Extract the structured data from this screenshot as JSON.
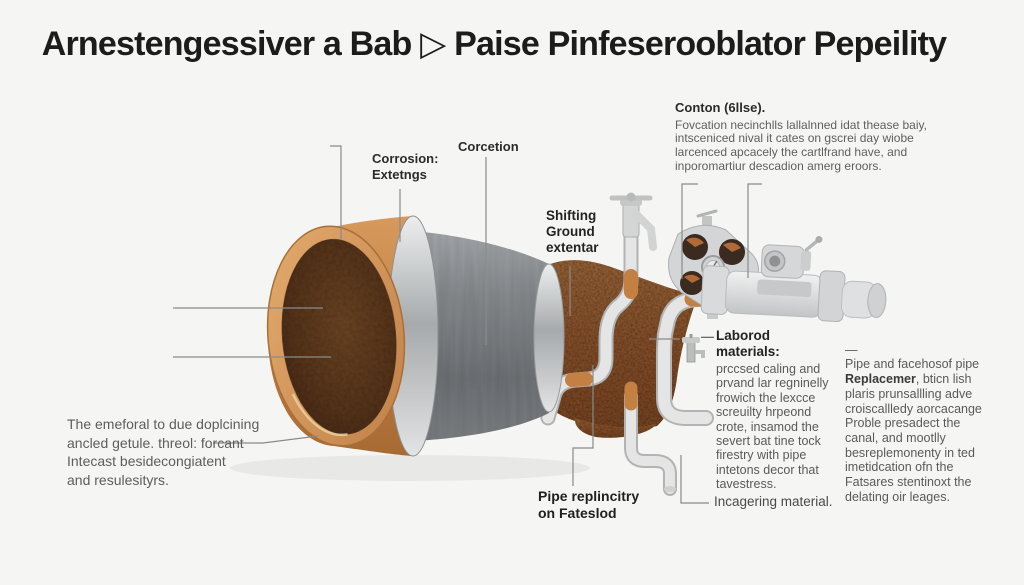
{
  "title": "Arnestengessiver a Bab ▷ Paise Pinfeserooblator Pepeility",
  "labels": {
    "corrosion": "Corrosion:\nExtetngs",
    "corcetion": "Corcetion",
    "shifting_ground": "Shifting\nGround\nextentar",
    "pipe_replincitry": "Pipe replincitry\non Fateslod",
    "incagering": "Incagering material."
  },
  "annotations": {
    "conton": {
      "heading": "Conton (6llse).",
      "body": "Fovcation necinchlls lallalnned idat thease baiy,\nintsceniced nival it cates on gscrei day wiobe\nlarcenced apcacely the cartlfrand have, and\ninporomartiur descadion amerg eroors."
    },
    "laborod": {
      "dash": "—",
      "heading": "Laborod\nmaterials:",
      "body": "prccsed caling and\nprvand lar regninelly\nfrowich the lexcce\nscreuilty hrpeond\ncrote, insamod the\nsevert bat tine tock\nfirestry with pipe\nintetons decor that\ntavestress."
    },
    "replacement": {
      "lead": "—\nPipe and facehosof pipe\n",
      "bold": "Replacemer",
      "rest": ", bticn lish\nplaris prunsallling adve\ncroiscallledy aorcacange\nProble presadect the\ncanal, and mootlly\nbesreplemonenty in ted\nimetidcation ofn the\nFatsares stentinoxt the\ndelating oir leages."
    },
    "bottom_left": "The emeforal to due doplcining\nancled getule. threol: forcant\nIntecast besidecongiatent\nand resulesityrs."
  },
  "illustration_parts": {
    "main_pipe": "corroded-cutaway-pipe",
    "soil": "soil-mass",
    "pipes": "buried-pipe-network",
    "manifold": "valve-manifold",
    "assembly": "pipe-replacement-assembly",
    "faucet": "faucet-riser"
  },
  "colors": {
    "background": "#f5f5f4",
    "title_text": "#1c1c1c",
    "body_text": "#5a5a5a",
    "leader_line": "#8a8a8a",
    "copper_rim": "#c9854d",
    "pipe_interior": "#4a2f1c",
    "pipe_gray": "#7d8184",
    "flange_silver": "#d6d8da",
    "soil_brown": "#8a5a33",
    "white_pipe": "#e2e3e2",
    "copper_coupling": "#c47f42"
  }
}
